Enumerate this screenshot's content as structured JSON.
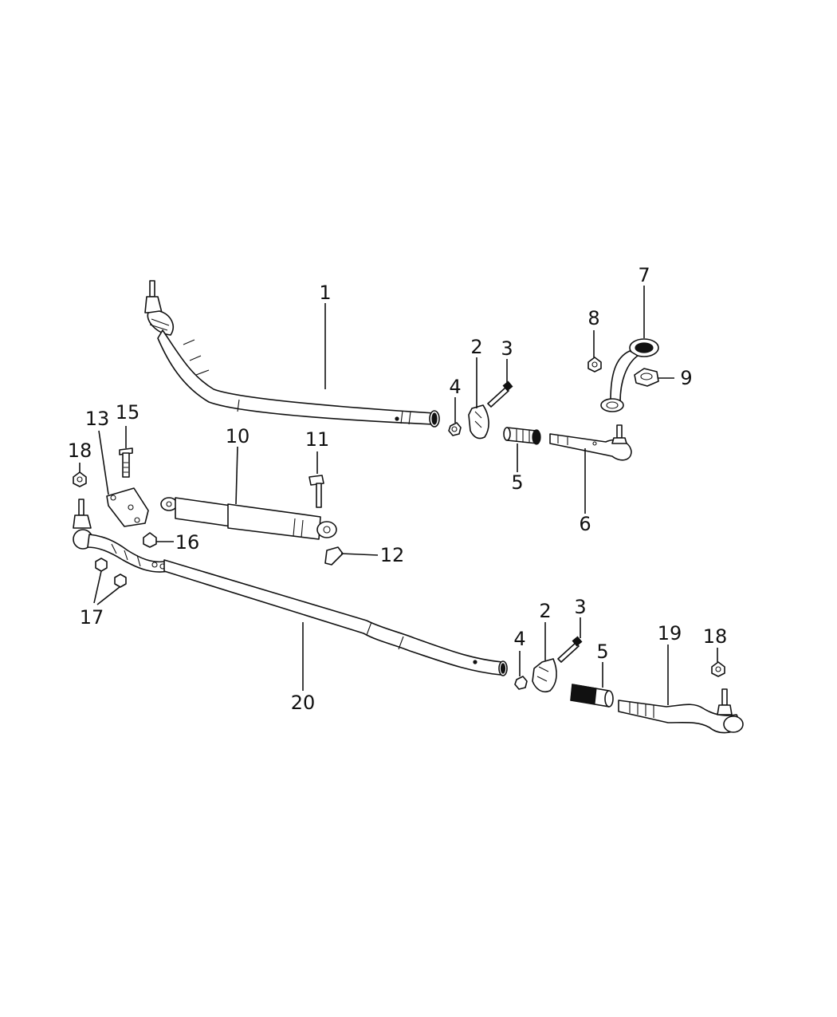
{
  "diagram": {
    "callouts": [
      {
        "id": "c1",
        "text": "1"
      },
      {
        "id": "c2a",
        "text": "2"
      },
      {
        "id": "c3a",
        "text": "3"
      },
      {
        "id": "c4a",
        "text": "4"
      },
      {
        "id": "c5a",
        "text": "5"
      },
      {
        "id": "c6",
        "text": "6"
      },
      {
        "id": "c7",
        "text": "7"
      },
      {
        "id": "c8",
        "text": "8"
      },
      {
        "id": "c9",
        "text": "9"
      },
      {
        "id": "c10",
        "text": "10"
      },
      {
        "id": "c11",
        "text": "11"
      },
      {
        "id": "c12",
        "text": "12"
      },
      {
        "id": "c13",
        "text": "13"
      },
      {
        "id": "c15",
        "text": "15"
      },
      {
        "id": "c16",
        "text": "16"
      },
      {
        "id": "c17",
        "text": "17"
      },
      {
        "id": "c18a",
        "text": "18"
      },
      {
        "id": "c18b",
        "text": "18"
      },
      {
        "id": "c19",
        "text": "19"
      },
      {
        "id": "c20",
        "text": "20"
      },
      {
        "id": "c2b",
        "text": "2"
      },
      {
        "id": "c3b",
        "text": "3"
      },
      {
        "id": "c4b",
        "text": "4"
      },
      {
        "id": "c5b",
        "text": "5"
      }
    ]
  }
}
